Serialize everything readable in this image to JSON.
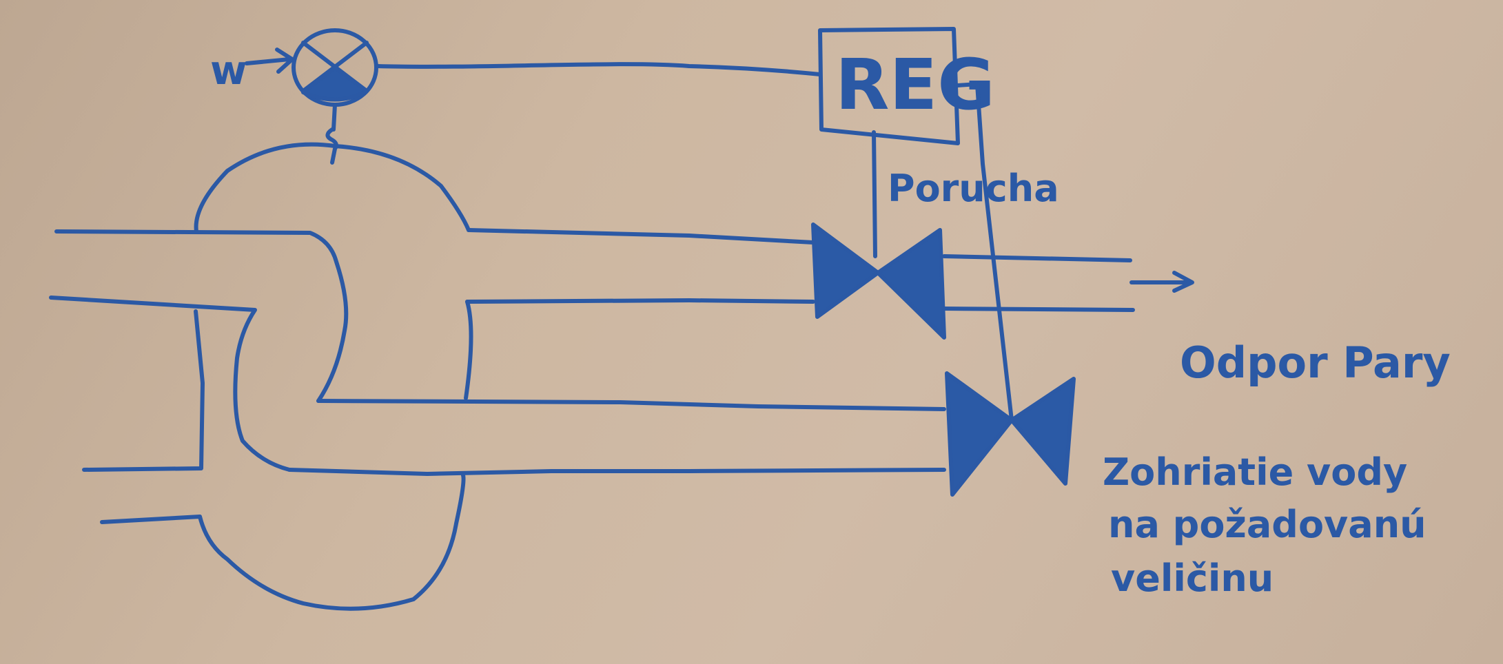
{
  "labels": {
    "setpoint": "w",
    "controller": "REG",
    "disturbance": "Porucha",
    "output_flow": "Odpor Pary",
    "goal_line1": "Zohriatie vody",
    "goal_line2": "na požadovanú",
    "goal_line3": "veličinu"
  },
  "colors": {
    "ink": "#2b59a5",
    "board": "#cdb7a1"
  },
  "icons": {
    "comparator": "summing-junction-icon",
    "valve": "bowtie-valve-icon",
    "arrow": "arrow-right-icon"
  }
}
